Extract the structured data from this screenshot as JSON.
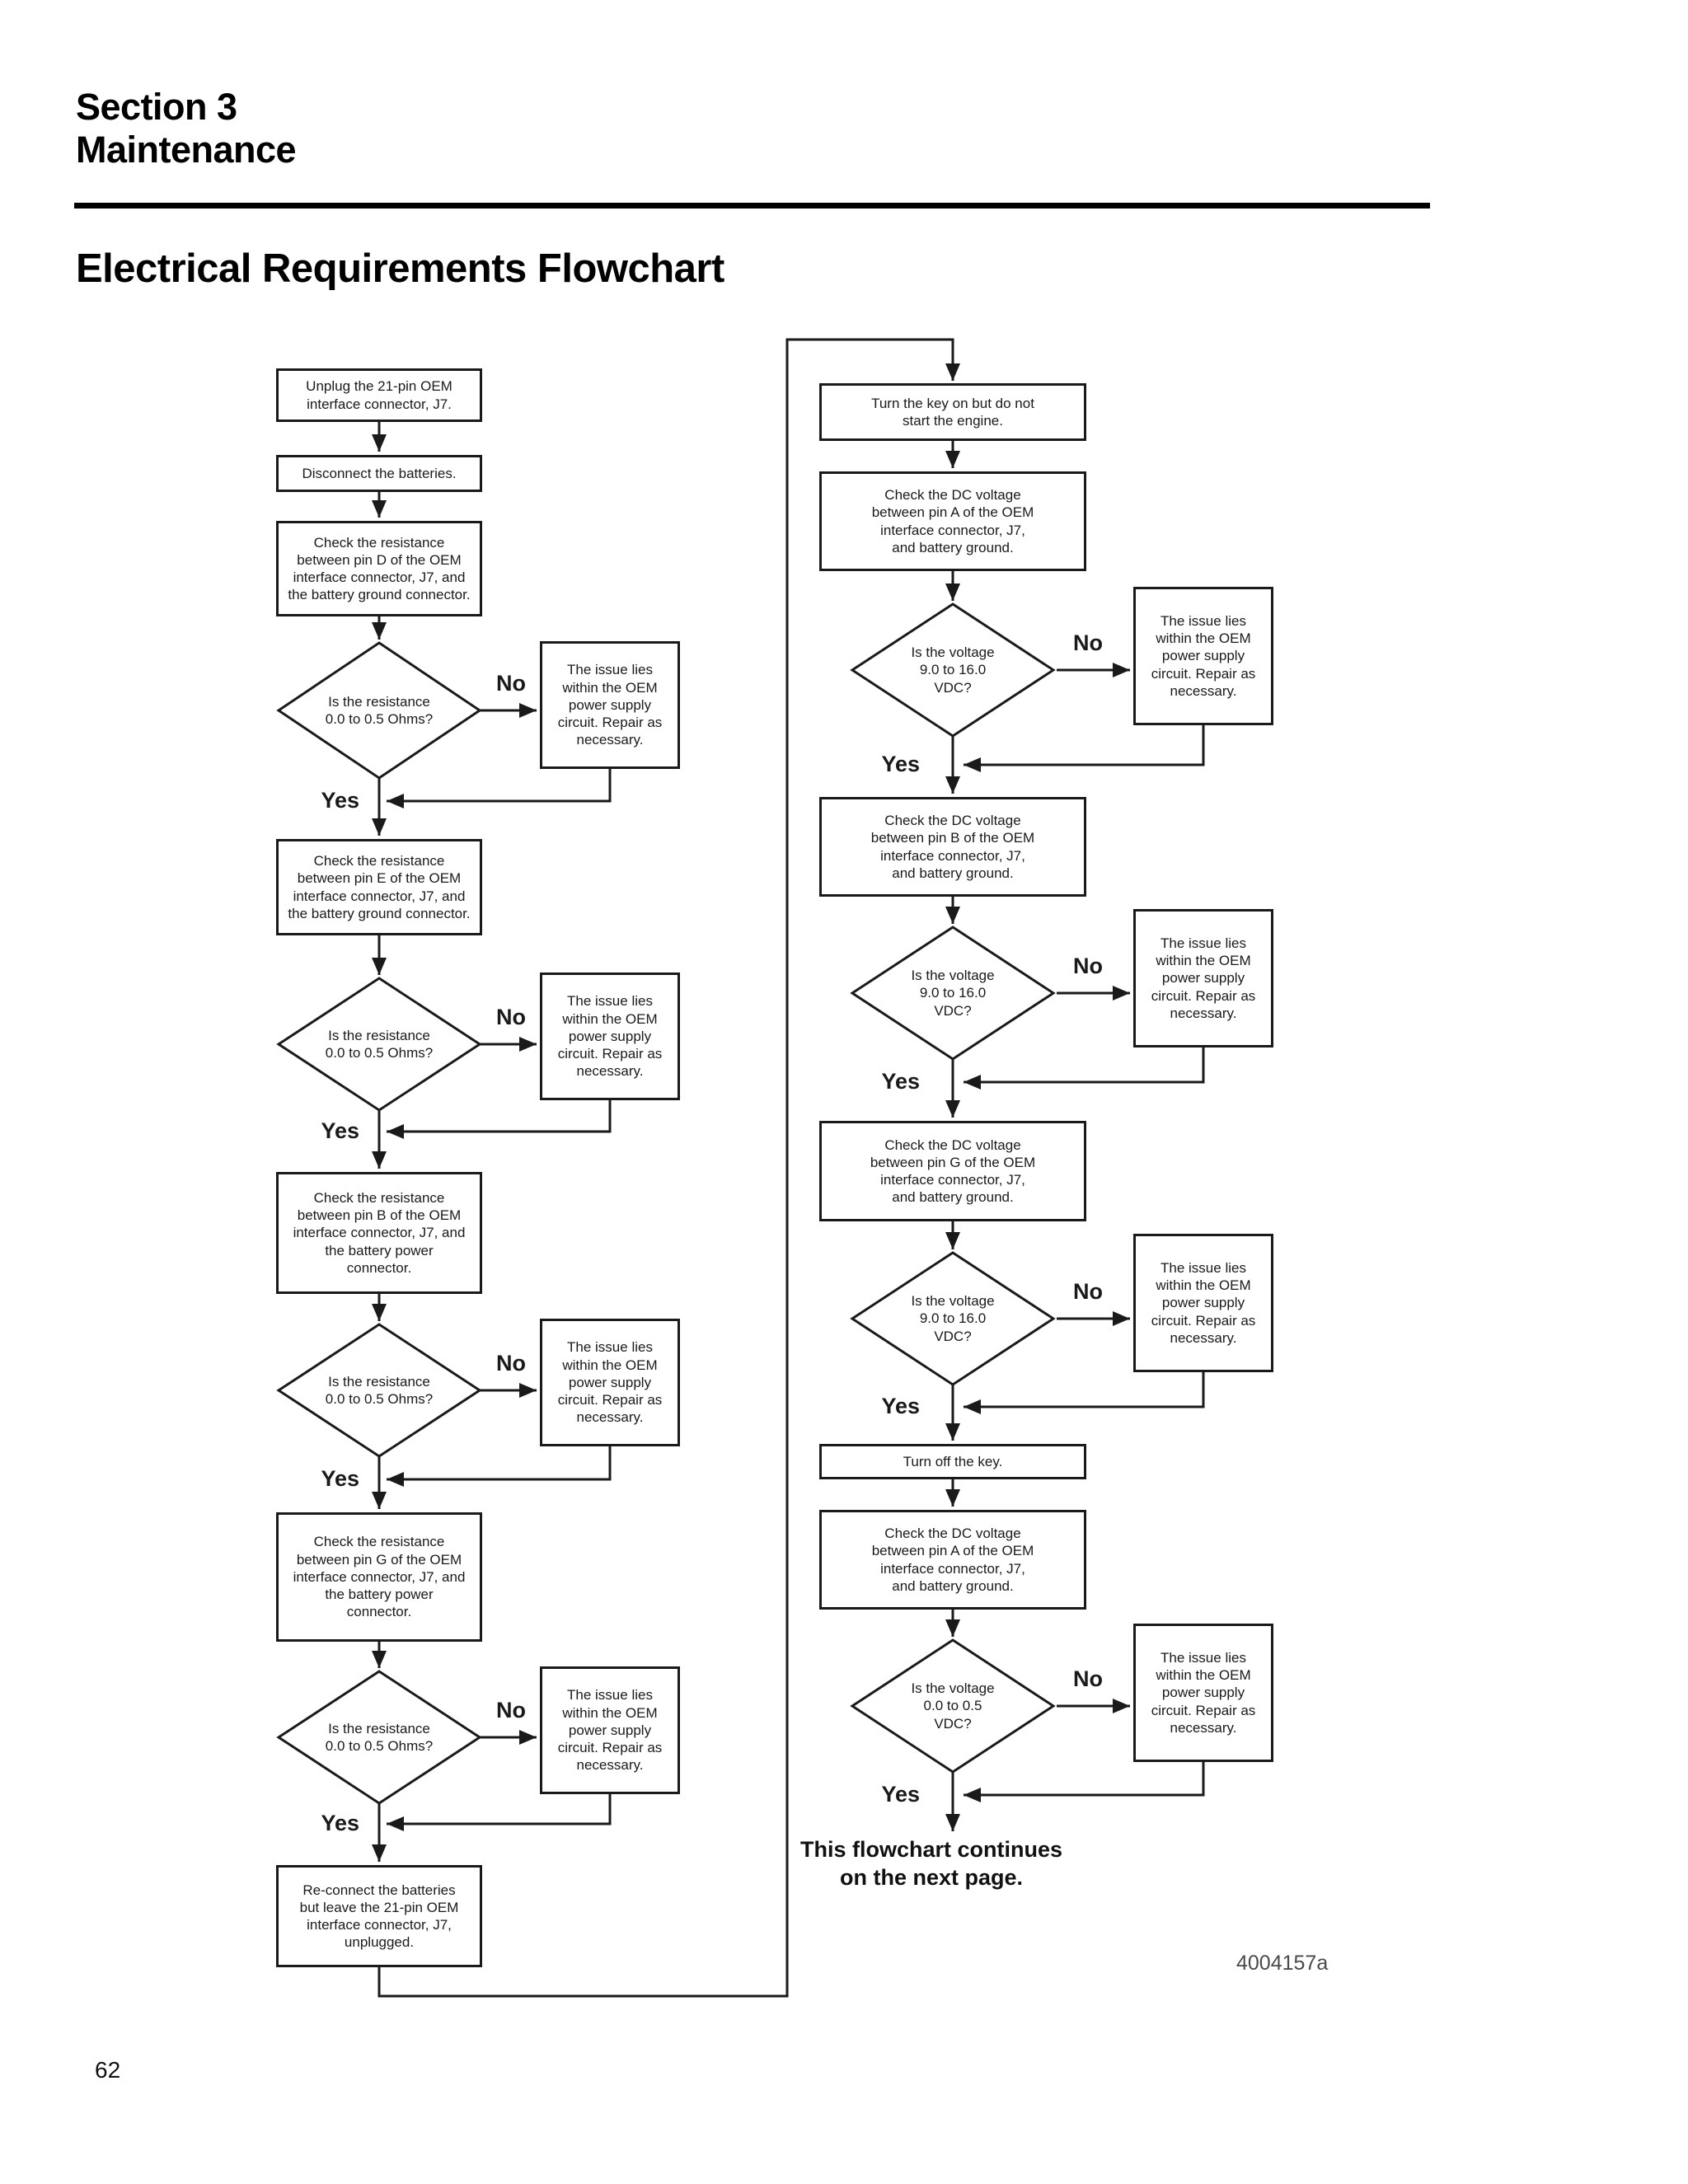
{
  "page": {
    "section_heading": "Section 3\nMaintenance",
    "title": "Electrical Requirements Flowchart",
    "continues_note": "This flowchart continues\non the next page.",
    "figure_number": "4004157a",
    "page_number": "62"
  },
  "labels": {
    "yes": "Yes",
    "no": "No"
  },
  "shared": {
    "issue": "The issue lies\nwithin the OEM\npower supply\ncircuit. Repair as\nnecessary.",
    "q_resistance": "Is the resistance\n0.0 to 0.5 Ohms?",
    "q_voltage_high": "Is the voltage\n9.0 to 16.0\nVDC?",
    "q_voltage_low": "Is the voltage\n0.0 to 0.5\nVDC?"
  },
  "left": {
    "step_unplug": "Unplug the 21-pin OEM\ninterface connector, J7.",
    "step_disconnect": "Disconnect the batteries.",
    "step_pin_d": "Check the resistance\nbetween pin D of the OEM\ninterface connector, J7, and\nthe battery ground connector.",
    "step_pin_e": "Check the resistance\nbetween pin E of the OEM\ninterface connector, J7, and\nthe battery ground connector.",
    "step_pin_b": "Check the resistance\nbetween pin B of the OEM\ninterface connector, J7, and\nthe battery power\nconnector.",
    "step_pin_g": "Check the resistance\nbetween pin G of the OEM\ninterface connector, J7, and\nthe battery power\nconnector.",
    "step_reconnect": "Re-connect the batteries\nbut leave the 21-pin OEM\ninterface connector, J7,\nunplugged."
  },
  "right": {
    "step_key_on": "Turn the key on but do not\nstart the engine.",
    "step_pin_a": "Check the DC voltage\nbetween pin A of the OEM\ninterface connector, J7,\nand battery ground.",
    "step_pin_b": "Check the DC voltage\nbetween pin B of the OEM\ninterface connector, J7,\nand battery ground.",
    "step_pin_g": "Check the DC voltage\nbetween pin G of the OEM\ninterface connector, J7,\nand battery ground.",
    "step_key_off": "Turn off the key.",
    "step_pin_a_off": "Check the DC voltage\nbetween pin A of the OEM\ninterface connector, J7,\nand battery ground."
  }
}
